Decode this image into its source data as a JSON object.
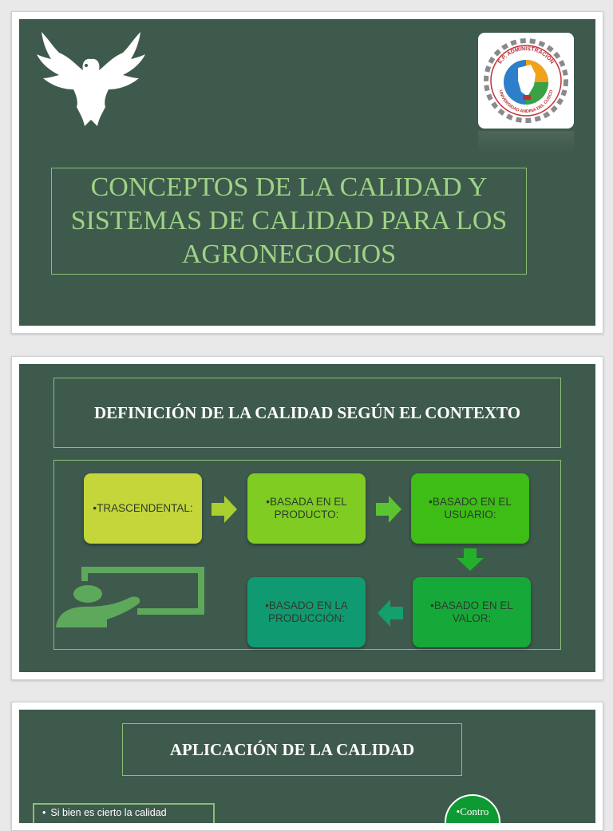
{
  "slide1": {
    "title": "CONCEPTOS DE LA CALIDAD Y SISTEMAS DE CALIDAD PARA LOS AGRONEGOCIOS",
    "logo_top_text": "E.P. ADMINISTRACIÓN",
    "logo_bottom_text": "UNIVERSIDAD ANDINA DEL CUSCO",
    "emblem_icon": "eagle-icon"
  },
  "slide2": {
    "title": "DEFINICIÓN DE LA CALIDAD SEGÚN EL CONTEXTO",
    "nodes": [
      {
        "label": "•TRASCENDENTAL:",
        "color": "#c4d63a"
      },
      {
        "label": "•BASADA EN EL PRODUCTO:",
        "color": "#80cc22"
      },
      {
        "label": "•BASADO EN EL USUARIO:",
        "color": "#3dbd16"
      },
      {
        "label": "•BASADO EN EL VALOR:",
        "color": "#17a83a"
      },
      {
        "label": "•BASADO EN LA PRODUCCIÓN:",
        "color": "#109a72"
      }
    ],
    "presenter_icon": "presenter-icon"
  },
  "slide3": {
    "title": "APLICACIÓN DE LA CALIDAD",
    "bullet_text": "Si bien es cierto la calidad",
    "circle_text": "•Contro"
  },
  "colors": {
    "slide_bg": "#3e5a4c",
    "title_green": "#9ed385",
    "border_green": "#8bbf74"
  }
}
